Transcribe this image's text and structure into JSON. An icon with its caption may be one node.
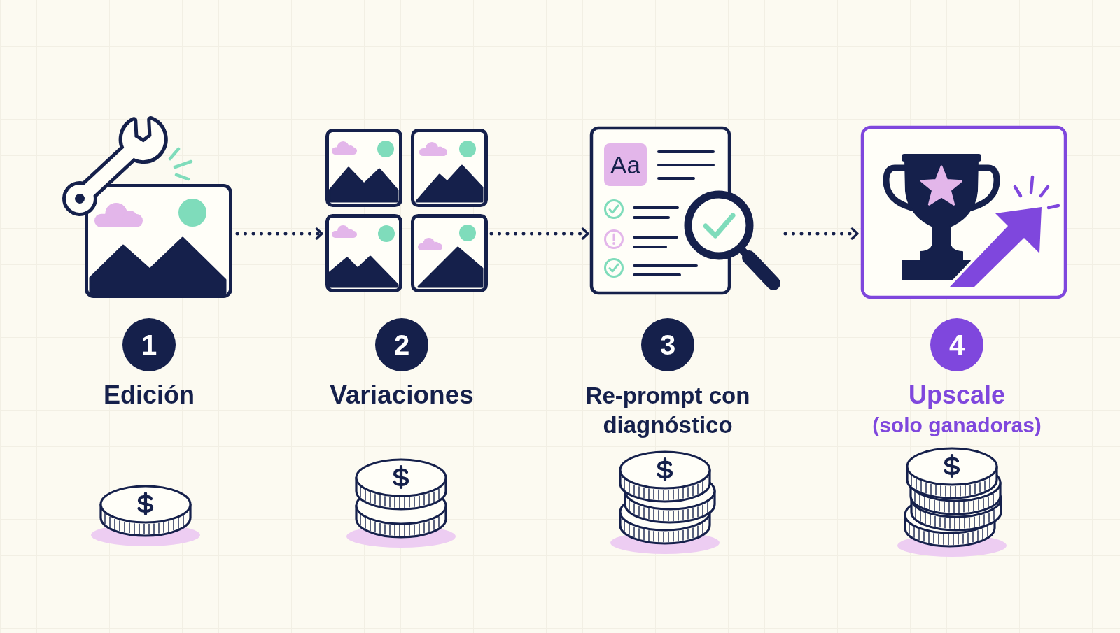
{
  "diagram": {
    "nodes": [
      {
        "text": [],
        "shape": "picture"
      },
      {
        "text": [],
        "shape": "picture"
      },
      {
        "text": [
          "Aa"
        ]
      },
      {
        "text": [],
        "shape": "picture"
      },
      {
        "text": [
          "1"
        ],
        "beside": [
          "Edición"
        ]
      },
      {
        "text": [
          "2"
        ],
        "beside": [
          "Variaciones"
        ]
      },
      {
        "text": [
          "3"
        ],
        "beside": [
          "Re-prompt con diagnóstico"
        ]
      },
      {
        "text": [
          "4"
        ],
        "beside": [
          "Upscale",
          "(solo ganadoras)"
        ]
      }
    ],
    "edges": [
      {
        "from": 0,
        "to": 1,
        "arrow": "to",
        "style": "dashed"
      },
      {
        "from": 1,
        "to": 2,
        "arrow": "to",
        "style": "dashed"
      },
      {
        "from": 2,
        "to": 3,
        "arrow": "to",
        "style": "dashed"
      }
    ]
  }
}
